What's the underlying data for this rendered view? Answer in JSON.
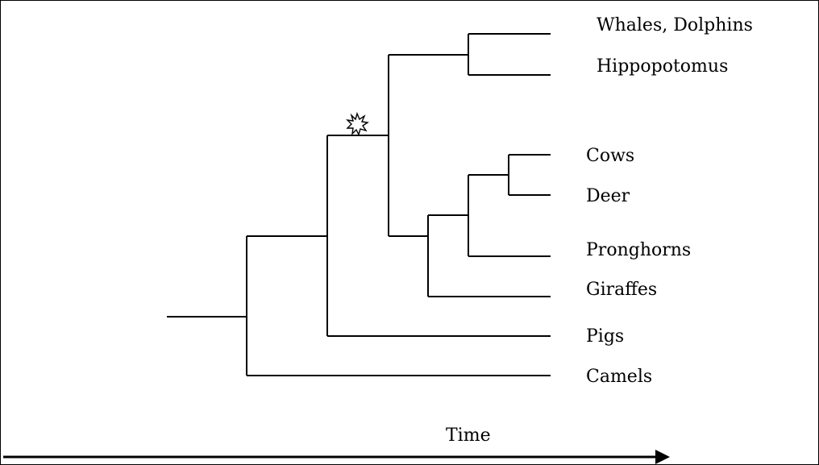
{
  "diagram": {
    "type": "phylogenetic-tree",
    "taxa": [
      "Whales, Dolphins",
      "Hippopotomus",
      "Cows",
      "Deer",
      "Pronghorns",
      "Giraffes",
      "Pigs",
      "Camels"
    ],
    "marker_icon": "starburst-icon",
    "time_axis_label": "Time",
    "line_color": "#000000",
    "background": "#ffffff"
  }
}
